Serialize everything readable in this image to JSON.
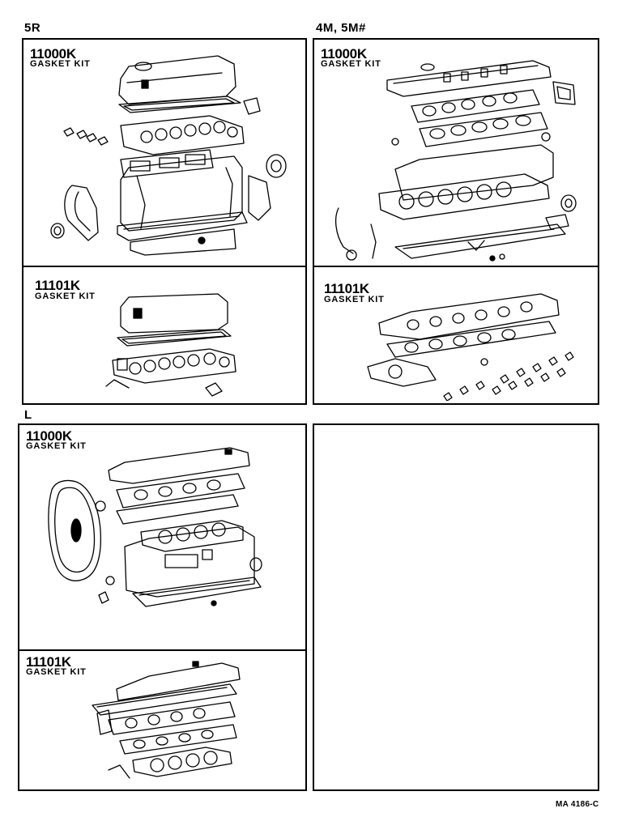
{
  "sections": {
    "top_left": {
      "label": "5R"
    },
    "top_right": {
      "label": "4M, 5M#"
    },
    "bottom_left": {
      "label": "L"
    }
  },
  "panels": {
    "r5_full": {
      "code": "11000K",
      "name": "GASKET KIT"
    },
    "r5_head": {
      "code": "11101K",
      "name": "GASKET KIT"
    },
    "m4_full": {
      "code": "11000K",
      "name": "GASKET KIT"
    },
    "m4_head": {
      "code": "11101K",
      "name": "GASKET KIT"
    },
    "l_full": {
      "code": "11000K",
      "name": "GASKET KIT"
    },
    "l_head": {
      "code": "11101K",
      "name": "GASKET KIT"
    }
  },
  "footer": {
    "code": "MA  4186-C"
  }
}
